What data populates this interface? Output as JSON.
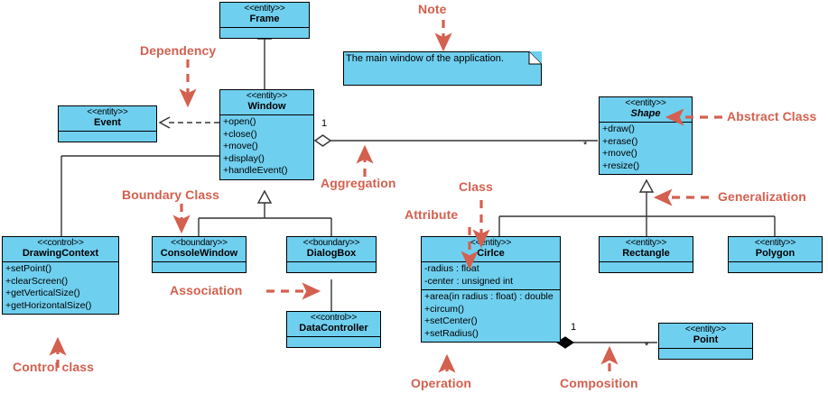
{
  "meta": {
    "diagram_type": "UML class diagram",
    "class_fill": "#6FCFEF",
    "class_border": "#000000",
    "annotation_color": "#D4604F"
  },
  "classes": {
    "frame": {
      "stereotype": "<<entity>>",
      "name": "Frame",
      "attributes": [],
      "operations": []
    },
    "window": {
      "stereotype": "<<entity>>",
      "name": "Window",
      "attributes": [],
      "operations": [
        "+open()",
        "+close()",
        "+move()",
        "+display()",
        "+handleEvent()"
      ]
    },
    "event": {
      "stereotype": "<<entity>>",
      "name": "Event",
      "attributes": [],
      "operations": []
    },
    "shape": {
      "stereotype": "<<entity>>",
      "name": "Shape",
      "abstract": true,
      "attributes": [],
      "operations": [
        "+draw()",
        "+erase()",
        "+move()",
        "+resize()"
      ]
    },
    "drawing": {
      "stereotype": "<<control>>",
      "name": "DrawingContext",
      "attributes": [],
      "operations": [
        "+setPoint()",
        "+clearScreen()",
        "+getVerticalSize()",
        "+getHorizontalSize()"
      ]
    },
    "consolewindow": {
      "stereotype": "<<boundary>>",
      "name": "ConsoleWindow",
      "attributes": [],
      "operations": []
    },
    "dialogbox": {
      "stereotype": "<<boundary>>",
      "name": "DialogBox",
      "attributes": [],
      "operations": []
    },
    "datacontroller": {
      "stereotype": "<<control>>",
      "name": "DataController",
      "attributes": [],
      "operations": []
    },
    "circle": {
      "stereotype": "<<entity>>",
      "name": "Cirlce",
      "attributes": [
        "-radius : float",
        "-center : unsigned int"
      ],
      "operations": [
        "+area(in radius : float) : double",
        "+circum()",
        "+setCenter()",
        "+setRadius()"
      ]
    },
    "rectangle": {
      "stereotype": "<<entity>>",
      "name": "Rectangle",
      "attributes": [],
      "operations": []
    },
    "polygon": {
      "stereotype": "<<entity>>",
      "name": "Polygon",
      "attributes": [],
      "operations": []
    },
    "point": {
      "stereotype": "<<entity>>",
      "name": "Point",
      "attributes": [],
      "operations": []
    }
  },
  "note": {
    "text": "The main window of the application."
  },
  "multiplicities": {
    "window_shape_source": "1",
    "window_shape_target": "*",
    "circle_point_source": "1",
    "circle_point_target": "*"
  },
  "annotations": {
    "note": "Note",
    "dependency": "Dependency",
    "abstract_class": "Abstract Class",
    "aggregation": "Aggregation",
    "boundary_class": "Boundary Class",
    "class": "Class",
    "attribute": "Attribute",
    "generalization": "Generalization",
    "association": "Association",
    "control_class": "Control class",
    "operation": "Operation",
    "composition": "Composition"
  }
}
